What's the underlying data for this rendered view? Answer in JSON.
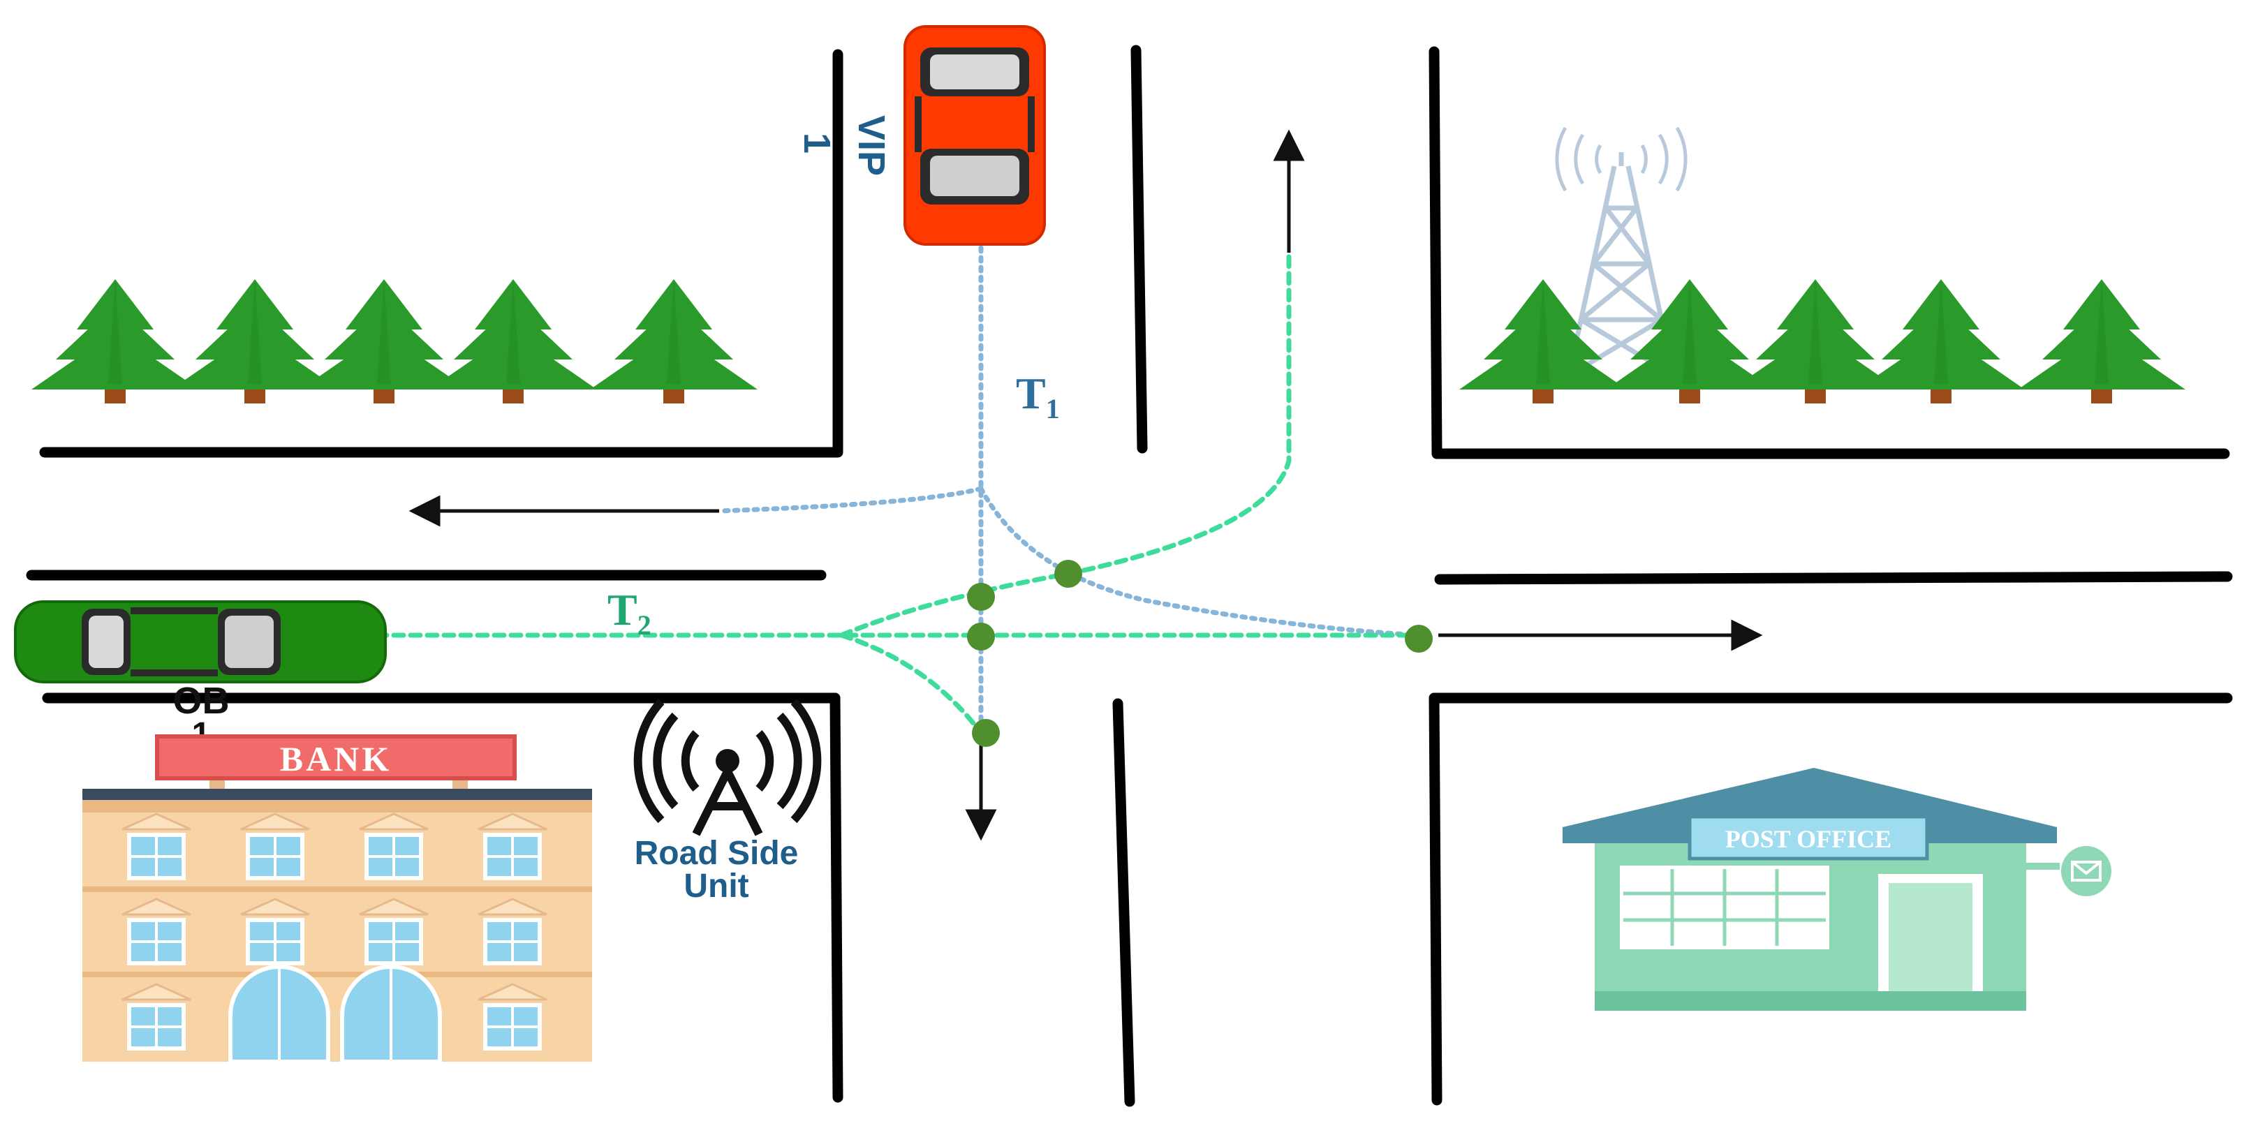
{
  "colors": {
    "road_edge": "#000000",
    "vip_car": "#ff3a00",
    "ob_car": "#1f8a12",
    "vip_path": "#87b5da",
    "ob_path": "#3ddc9a",
    "conflict_point": "#4f8f2e",
    "tree": "#2a9b2a",
    "trunk": "#9b4a1a",
    "bank_wall": "#f8d3a6",
    "bank_sign": "#f26b6b",
    "post_office": "#8fd8b6",
    "rsu_label": "#1f5d8a",
    "t1_label": "#2f6f9e",
    "t2_label": "#1ea86f"
  },
  "labels": {
    "vip_tag": "VIP",
    "vip_number": "1",
    "t1_main": "T",
    "t1_sub": "1",
    "t2_main": "T",
    "t2_sub": "2",
    "ob_tag": "OB",
    "ob_number": "1",
    "bank_sign": "BANK",
    "rsu_line1": "Road Side",
    "rsu_line2": "Unit",
    "post_office_sign": "POST OFFICE"
  },
  "icons": {
    "vip_vehicle": "red-car-icon",
    "ob_vehicle": "green-car-icon",
    "road_side_unit": "radio-tower-icon",
    "cell_tower": "cell-tower-icon",
    "bank": "bank-building-icon",
    "post_office": "post-office-icon",
    "mail": "envelope-icon",
    "tree": "pine-tree-icon"
  }
}
